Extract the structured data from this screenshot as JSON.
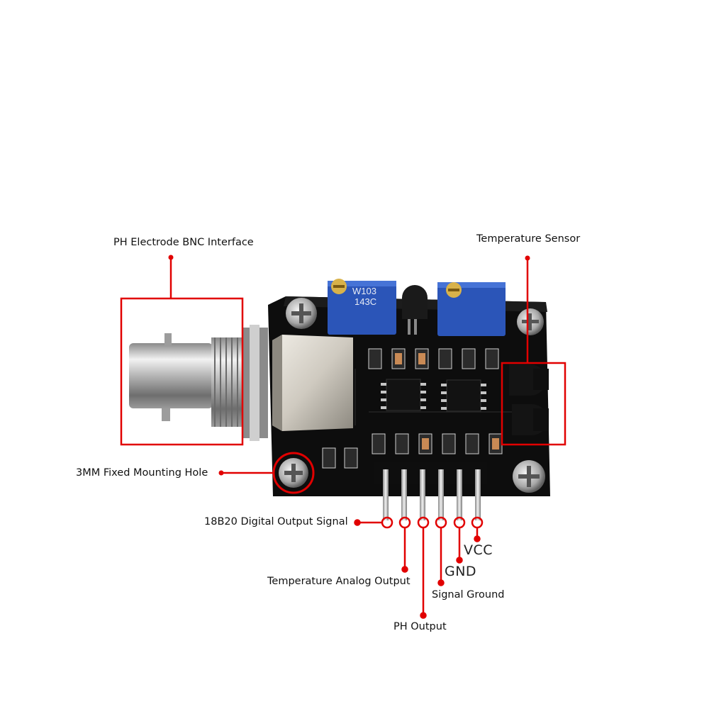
{
  "labels": {
    "bnc": "PH Electrode BNC Interface",
    "temp_sensor": "Temperature Sensor",
    "mounting_hole": "3MM Fixed Mounting Hole",
    "ds18b20": "18B20 Digital Output Signal",
    "temp_analog": "Temperature Analog Output",
    "ph_output": "PH Output",
    "signal_ground": "Signal Ground",
    "gnd": "GND",
    "vcc": "VCC"
  },
  "components": {
    "pot_left_marking_1": "W103",
    "pot_left_marking_2": "143C"
  },
  "colors": {
    "callout": "#e10000",
    "pcb": "#101010",
    "potentiometer": "#2b55b8"
  }
}
